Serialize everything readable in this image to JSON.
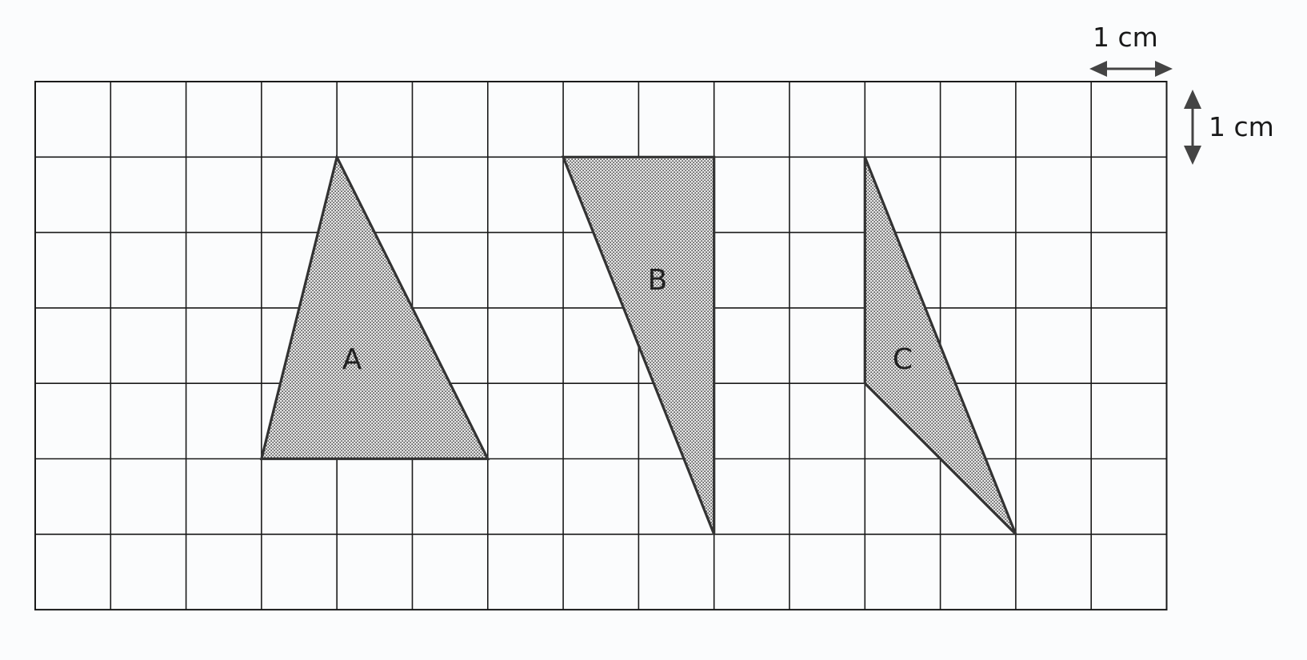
{
  "diagram": {
    "grid": {
      "columns": 15,
      "rows": 7,
      "cell_size_label": "1 cm"
    },
    "scale": {
      "horizontal_label": "1 cm",
      "vertical_label": "1 cm"
    },
    "colors": {
      "shape_fill_dots": "#4a4a4a",
      "shape_fill_base": "#e6e6e6",
      "outline": "#333333"
    },
    "shapes": [
      {
        "label": "A",
        "vertices": [
          [
            4,
            1
          ],
          [
            3,
            5
          ],
          [
            6,
            5
          ]
        ],
        "label_at": [
          4.2,
          3.7
        ]
      },
      {
        "label": "B",
        "vertices": [
          [
            7,
            1
          ],
          [
            9,
            1
          ],
          [
            9,
            6
          ]
        ],
        "label_at": [
          8.25,
          2.65
        ]
      },
      {
        "label": "C",
        "vertices": [
          [
            11,
            1
          ],
          [
            11,
            4
          ],
          [
            13,
            6
          ]
        ],
        "label_at": [
          11.5,
          3.7
        ]
      }
    ]
  }
}
